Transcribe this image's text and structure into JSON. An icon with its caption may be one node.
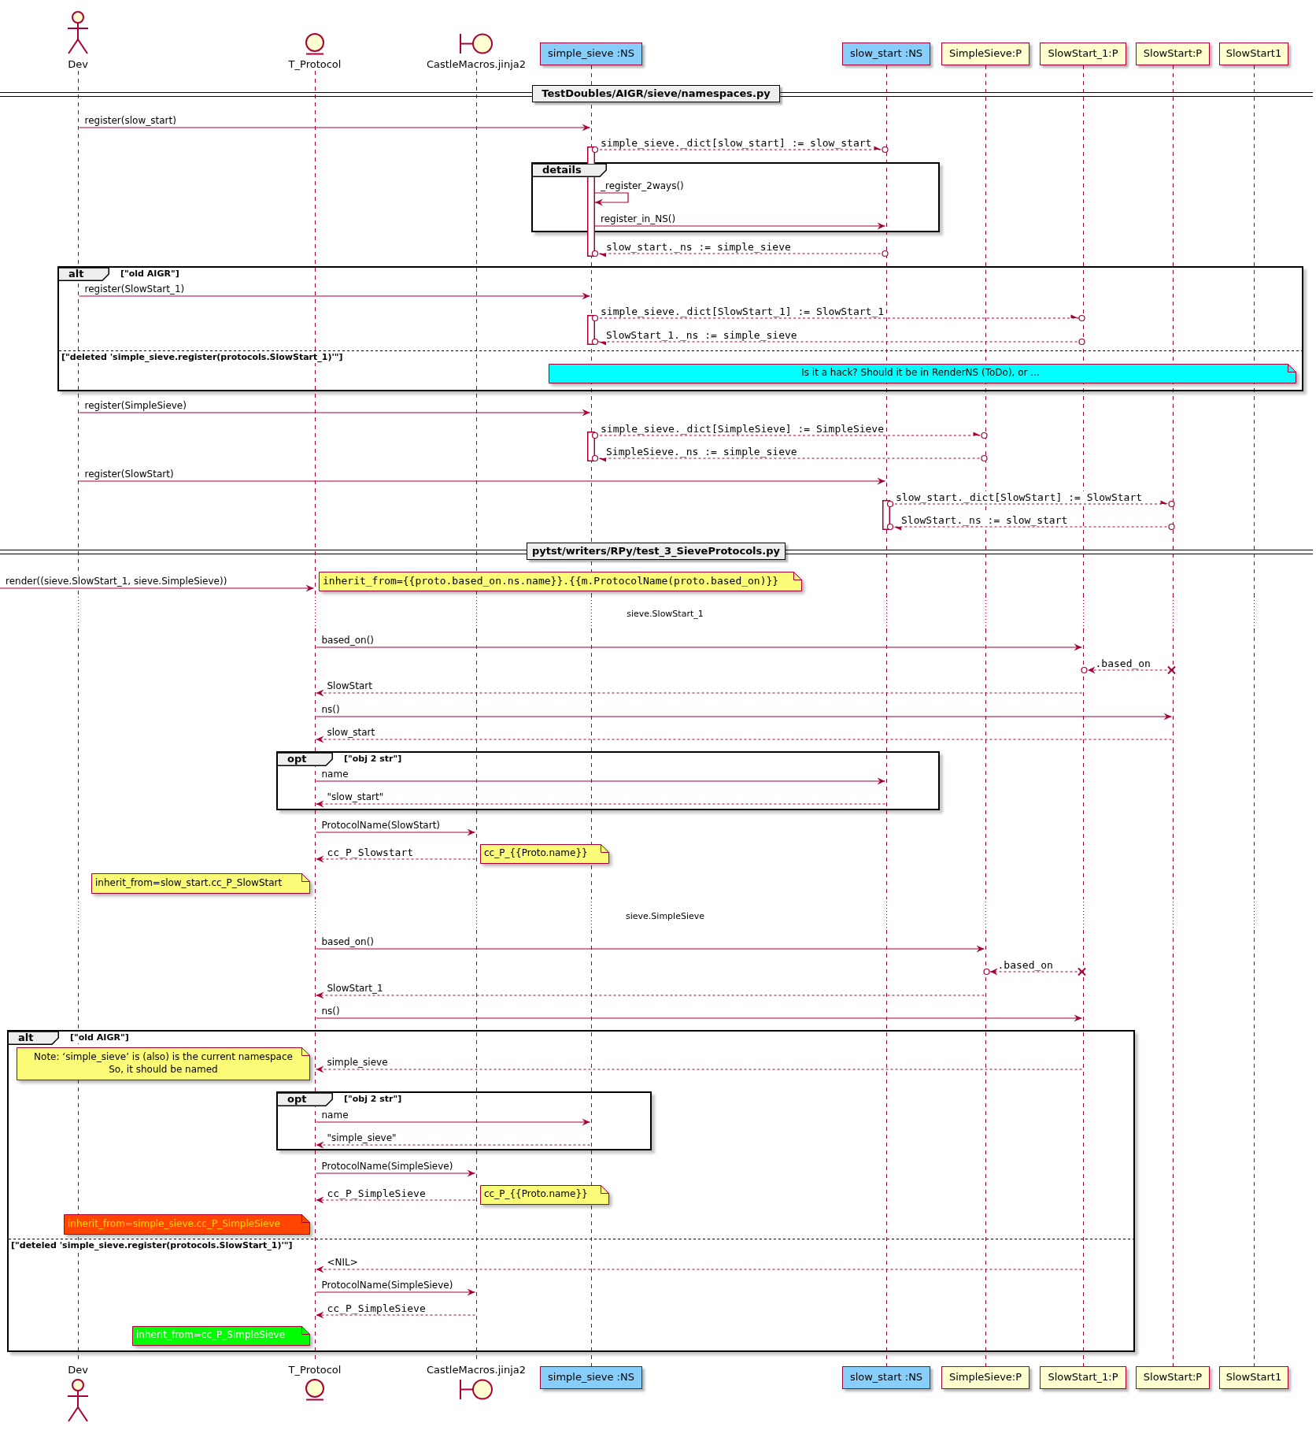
{
  "diagram": {
    "nodes": [
      {
        "text": [
          "Dev"
        ]
      },
      {
        "text": [
          "T_Protocol"
        ]
      },
      {
        "text": [
          "CastleMacros.jinja2"
        ]
      },
      {
        "text": [
          "simple_sieve :NS"
        ]
      },
      {
        "text": [
          "slow_start :NS"
        ]
      },
      {
        "text": [
          "SimpleSieve:P"
        ]
      },
      {
        "text": [
          "SlowStart_1:P"
        ]
      },
      {
        "text": [
          "SlowStart:P"
        ]
      },
      {
        "text": [
          "SlowStart1"
        ]
      },
      {
        "text": [],
        "shape": "line"
      },
      {
        "text": [],
        "shape": "line"
      },
      {
        "text": [],
        "shape": "line"
      },
      {
        "text": [],
        "shape": "line"
      },
      {
        "text": [],
        "shape": "line"
      },
      {
        "text": [],
        "shape": "line"
      },
      {
        "text": [],
        "shape": "line"
      },
      {
        "text": [],
        "shape": "line"
      },
      {
        "text": [],
        "shape": "line"
      },
      {
        "text": [
          "TestDoubles/AIGR/sieve/namespaces.py"
        ]
      },
      {
        "text": [],
        "shape": "bar"
      },
      {
        "text": [],
        "shape": "box"
      },
      {
        "text": [
          "details"
        ],
        "in": 20
      },
      {
        "text": [
          "[\"old AIGR\"]",
          "[\"deleted 'simple_sieve.register(protocols.SlowStart_1)'\"]"
        ]
      },
      {
        "text": [
          "alt"
        ],
        "in": 22
      },
      {
        "text": [],
        "shape": "bar",
        "in": 22
      },
      {
        "text": [
          "Is it a hack? Should it be in RenderNS (ToDo), or ..."
        ],
        "in": 22
      },
      {
        "text": [],
        "shape": "bar"
      },
      {
        "text": [],
        "shape": "bar"
      },
      {
        "text": [
          "pytst/writers/RPy/test_3_SieveProtocols.py"
        ]
      },
      {
        "text": [
          "inherit_from={{proto.based_on.ns.name}}.{{m.ProtocolName(proto.based_on)}}"
        ]
      },
      {
        "text": [
          "[\"obj 2 str\"]"
        ]
      },
      {
        "text": [
          "opt"
        ],
        "in": 30
      },
      {
        "text": [
          "cc_P_{{Proto.name}}"
        ]
      },
      {
        "text": [
          "inherit_from=slow_start.cc_P_SlowStart"
        ]
      },
      {
        "text": [
          "[\"old AIGR\"]",
          "[\"deteled 'simple_sieve.register(protocols.SlowStart_1)'\"]"
        ]
      },
      {
        "text": [
          "alt"
        ],
        "in": 34
      },
      {
        "text": [
          "Note: ‘simple_sieve’ is (also) is the current namespace So, it should be named"
        ],
        "in": 34
      },
      {
        "text": [
          "[\"obj 2 str\"]"
        ],
        "in": 34
      },
      {
        "text": [
          "opt"
        ],
        "in": 37
      },
      {
        "text": [
          "cc_P_{{Proto.name}}"
        ],
        "in": 34
      },
      {
        "text": [
          "inherit_from=simple_sieve.cc_P_SimpleSieve"
        ],
        "in": 34
      },
      {
        "text": [
          "inherit_from=cc_P_SimpleSieve"
        ],
        "in": 34
      },
      {
        "text": [
          "Dev"
        ]
      },
      {
        "text": [
          "T_Protocol"
        ]
      },
      {
        "text": [
          "CastleMacros.jinja2"
        ]
      },
      {
        "text": [
          "simple_sieve :NS"
        ]
      },
      {
        "text": [
          "slow_start :NS"
        ]
      },
      {
        "text": [
          "SimpleSieve:P"
        ]
      },
      {
        "text": [
          "SlowStart_1:P"
        ]
      },
      {
        "text": [
          "SlowStart:P"
        ]
      },
      {
        "text": [
          "SlowStart1"
        ]
      }
    ],
    "edges": [
      {
        "from": 9,
        "to": 12,
        "arrow": "to",
        "label": "register(slow_start)"
      },
      {
        "from": 19,
        "to": 13,
        "arrow": "to",
        "label": "simple_sieve._dict[slow_start] := slow_start",
        "style": "dashed"
      },
      {
        "from": 19,
        "to": 19,
        "arrow": "to",
        "label": "_register_2ways()"
      },
      {
        "from": 19,
        "to": 13,
        "arrow": "to",
        "label": "register_in_NS()"
      },
      {
        "from": 13,
        "to": 19,
        "arrow": "to",
        "label": "slow_start._ns := simple_sieve",
        "style": "dashed"
      },
      {
        "from": 9,
        "to": 12,
        "arrow": "to",
        "label": "register(SlowStart_1)"
      },
      {
        "from": 24,
        "to": 15,
        "arrow": "to",
        "label": "simple_sieve._dict[SlowStart_1] := SlowStart_1",
        "style": "dashed"
      },
      {
        "from": 15,
        "to": 24,
        "arrow": "to",
        "label": "SlowStart_1._ns := simple_sieve",
        "style": "dashed"
      },
      {
        "from": 9,
        "to": 12,
        "arrow": "to",
        "label": "register(SimpleSieve)"
      },
      {
        "from": 26,
        "to": 14,
        "arrow": "to",
        "label": "simple_sieve._dict[SimpleSieve] := SimpleSieve",
        "style": "dashed"
      },
      {
        "from": 14,
        "to": 26,
        "arrow": "to",
        "label": "SimpleSieve._ns := simple_sieve",
        "style": "dashed"
      },
      {
        "from": 9,
        "to": 13,
        "arrow": "to",
        "label": "register(SlowStart)"
      },
      {
        "from": 27,
        "to": 16,
        "arrow": "to",
        "label": "slow_start._dict[SlowStart] := SlowStart",
        "style": "dashed"
      },
      {
        "from": 16,
        "to": 27,
        "arrow": "to",
        "label": "SlowStart._ns := slow_start",
        "style": "dashed"
      },
      {
        "from": null,
        "to": 10,
        "arrow": "to",
        "label": "render((sieve.SlowStart_1, sieve.SimpleSieve))"
      },
      {
        "from": 10,
        "to": 15,
        "arrow": "to",
        "label": "based_on()"
      },
      {
        "from": 16,
        "to": 15,
        "arrow": "to",
        "label": ".based_on",
        "style": "dashed"
      },
      {
        "from": 15,
        "to": 10,
        "arrow": "to",
        "label": "SlowStart",
        "style": "dashed"
      },
      {
        "from": 10,
        "to": 16,
        "arrow": "to",
        "label": "ns()"
      },
      {
        "from": 16,
        "to": 10,
        "arrow": "to",
        "label": "slow_start",
        "style": "dashed"
      },
      {
        "from": 10,
        "to": 13,
        "arrow": "to",
        "label": "name"
      },
      {
        "from": 13,
        "to": 10,
        "arrow": "to",
        "label": "\"slow_start\"",
        "style": "dashed"
      },
      {
        "from": 10,
        "to": 11,
        "arrow": "to",
        "label": "ProtocolName(SlowStart)"
      },
      {
        "from": 11,
        "to": 10,
        "arrow": "to",
        "label": "cc_P_Slowstart",
        "style": "dashed"
      },
      {
        "from": 10,
        "to": 14,
        "arrow": "to",
        "label": "based_on()"
      },
      {
        "from": 15,
        "to": 14,
        "arrow": "to",
        "label": ".based_on",
        "style": "dashed"
      },
      {
        "from": 14,
        "to": 10,
        "arrow": "to",
        "label": "SlowStart_1",
        "style": "dashed"
      },
      {
        "from": 10,
        "to": 15,
        "arrow": "to",
        "label": "ns()"
      },
      {
        "from": 15,
        "to": 10,
        "arrow": "to",
        "label": "simple_sieve",
        "style": "dashed"
      },
      {
        "from": 10,
        "to": 12,
        "arrow": "to",
        "label": "name"
      },
      {
        "from": 12,
        "to": 10,
        "arrow": "to",
        "label": "\"simple_sieve\"",
        "style": "dashed"
      },
      {
        "from": 10,
        "to": 11,
        "arrow": "to",
        "label": "ProtocolName(SimpleSieve)"
      },
      {
        "from": 11,
        "to": 10,
        "arrow": "to",
        "label": "cc_P_SimpleSieve",
        "style": "dashed"
      },
      {
        "from": 15,
        "to": 10,
        "arrow": "to",
        "label": "<NIL>",
        "style": "dashed"
      },
      {
        "from": 10,
        "to": 11,
        "arrow": "to",
        "label": "ProtocolName(SimpleSieve)"
      },
      {
        "from": 11,
        "to": 10,
        "arrow": "to",
        "label": "cc_P_SimpleSieve",
        "style": "dashed"
      }
    ],
    "labels": [
      "sieve.SlowStart_1",
      "sieve.SimpleSieve"
    ]
  }
}
